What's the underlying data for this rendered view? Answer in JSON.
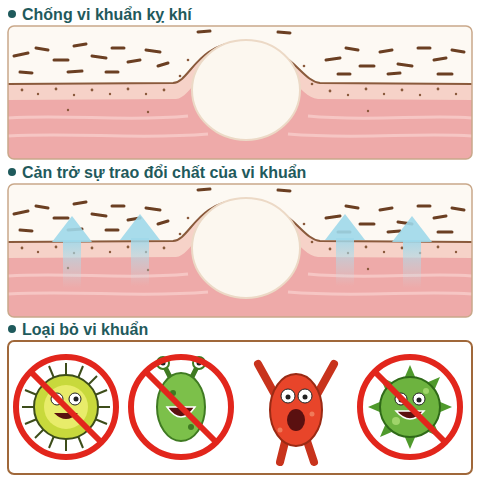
{
  "diagram": {
    "nodes": [
      {
        "text": [
          "Chống vi khuẩn kỵ khí"
        ]
      },
      {
        "text": [
          "Cản trở sự trao đổi chất của vi khuẩn"
        ]
      },
      {
        "text": [
          "Loại bỏ vi khuẩn"
        ]
      }
    ]
  }
}
